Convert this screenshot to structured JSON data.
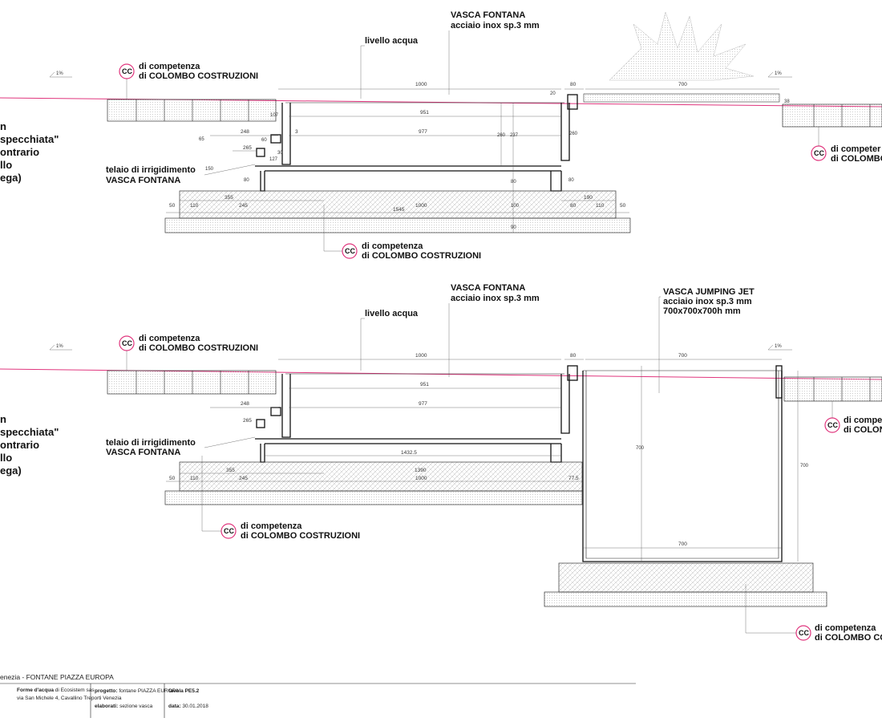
{
  "section_top": {
    "pool_title": "VASCA FONTANA",
    "pool_material": "acciaio inox sp.3 mm",
    "water_level": "livello acqua",
    "frame_line1": "telaio di irrigidimento",
    "frame_line2": "VASCA FONTANA",
    "left_note": [
      "n",
      "specchiata\"",
      "ontrario",
      "llo",
      "ega)"
    ],
    "cc_notes": [
      {
        "badge": "CC",
        "line1": "di competenza",
        "line2": "di COLOMBO COSTRUZIONI"
      },
      {
        "badge": "CC",
        "line1": "di competer",
        "line2": "di COLOMBO"
      },
      {
        "badge": "CC",
        "line1": "di competenza",
        "line2": "di COLOMBO COSTRUZIONI"
      }
    ],
    "dims": {
      "slope_left": "1%",
      "slope_right": "1%",
      "d1000": "1000",
      "d80": "80",
      "d700": "700",
      "d20": "20",
      "d38": "38",
      "d951": "951",
      "d107": "107",
      "d248": "248",
      "d3": "3",
      "d977": "977",
      "d260": "260",
      "d237": "237",
      "d265": "265",
      "d65": "65",
      "d60": "60",
      "d30": "30",
      "d127": "127",
      "d150": "150",
      "d80b": "80",
      "d355": "355",
      "d190": "190",
      "d50": "50",
      "d110": "110",
      "d245": "245",
      "d1000b": "1000",
      "d80c": "80",
      "d110b": "110",
      "d50b": "50",
      "d1545": "1545",
      "d100": "100",
      "d90": "90"
    }
  },
  "section_bottom": {
    "pool_title": "VASCA FONTANA",
    "pool_material": "acciaio inox sp.3 mm",
    "water_level": "livello acqua",
    "jet_title": "VASCA JUMPING JET",
    "jet_material": "acciaio inox sp.3 mm",
    "jet_size": "700x700x700h mm",
    "frame_line1": "telaio di irrigidimento",
    "frame_line2": "VASCA FONTANA",
    "left_note": [
      "n",
      "specchiata\"",
      "ontrario",
      "llo",
      "ega)"
    ],
    "cc_notes": [
      {
        "badge": "CC",
        "line1": "di competenza",
        "line2": "di COLOMBO COSTRUZIONI"
      },
      {
        "badge": "CC",
        "line1": "di compe",
        "line2": "di COLON"
      },
      {
        "badge": "CC",
        "line1": "di competenza",
        "line2": "di COLOMBO COSTRUZIONI"
      },
      {
        "badge": "CC",
        "line1": "di competenza",
        "line2": "di COLOMBO CO"
      }
    ],
    "dims": {
      "slope_left": "1%",
      "slope_right": "1%",
      "d1000": "1000",
      "d80": "80",
      "d700": "700",
      "d951": "951",
      "d977": "977",
      "d248": "248",
      "d265": "265",
      "d1432": "1432.5",
      "d355": "355",
      "d1390": "1390",
      "d1000b": "1000",
      "d110": "110",
      "d245": "245",
      "d50": "50",
      "d77": "77.5",
      "d700v": "700",
      "d700v2": "700",
      "d700h": "700"
    }
  },
  "title_block": {
    "header": "enezia - FONTANE PIAZZA EUROPA",
    "company_bold": "Forme d'acqua",
    "company_rest": " di Ecosistem sas",
    "address": "via San Michele 4, Cavallino Treporti Venezia",
    "project_label": "progetto:",
    "project_value": " fontane PIAZZA EUROPA",
    "elab_label": "elaborati:",
    "elab_value": " sezione vasca",
    "table_label": "tavola PE5.2",
    "date_label": "data:",
    "date_value": " 30.01.2018"
  }
}
